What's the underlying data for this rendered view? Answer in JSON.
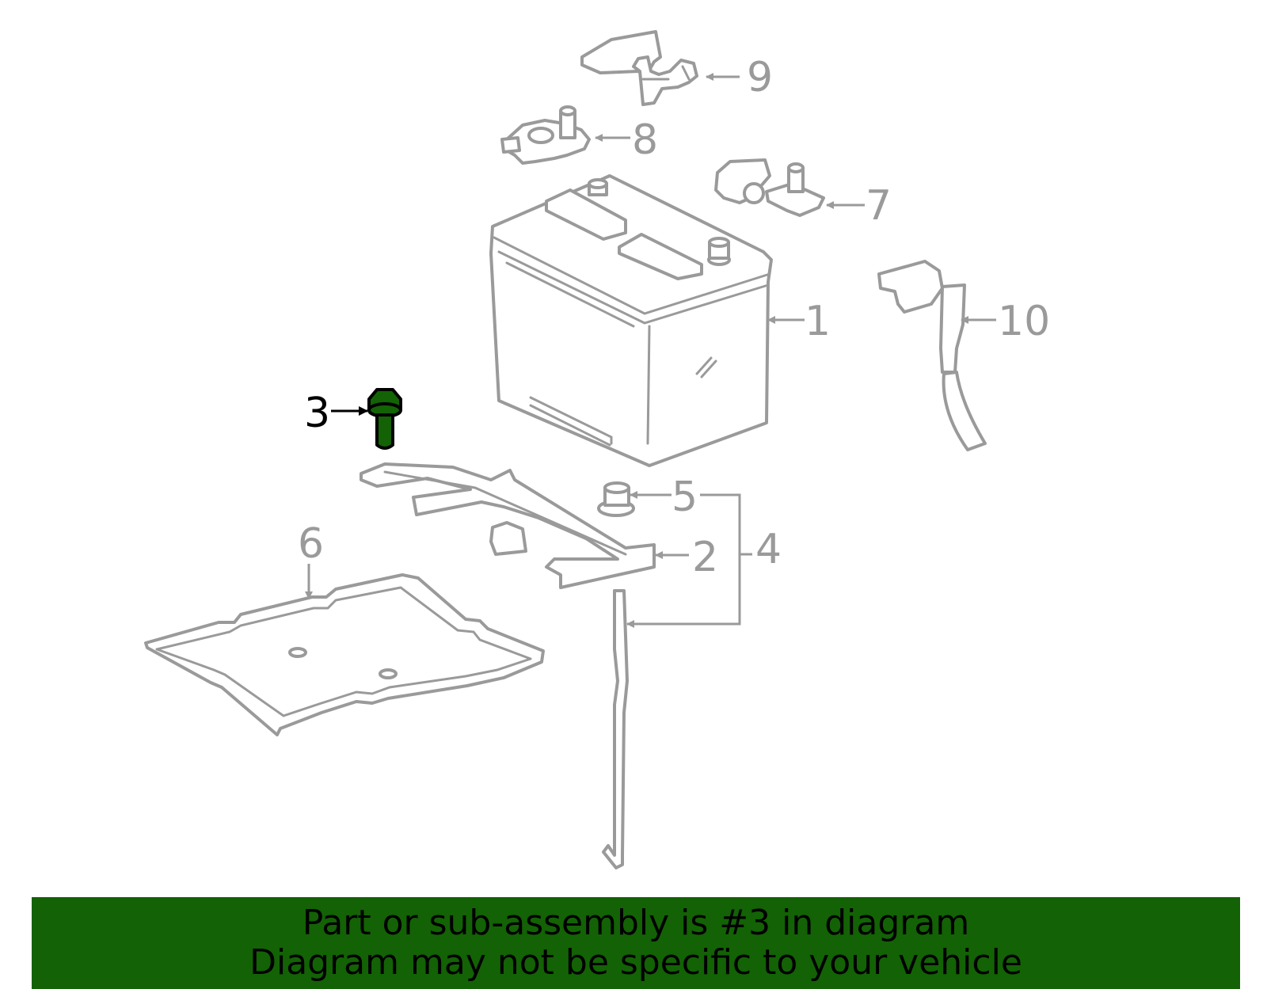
{
  "diagram": {
    "highlight_color": "#136205",
    "part_color": "#9a9a9a",
    "callouts": [
      {
        "id": "1",
        "label": "1",
        "highlighted": false
      },
      {
        "id": "2",
        "label": "2",
        "highlighted": false
      },
      {
        "id": "3",
        "label": "3",
        "highlighted": true
      },
      {
        "id": "4",
        "label": "4",
        "highlighted": false
      },
      {
        "id": "5",
        "label": "5",
        "highlighted": false
      },
      {
        "id": "6",
        "label": "6",
        "highlighted": false
      },
      {
        "id": "7",
        "label": "7",
        "highlighted": false
      },
      {
        "id": "8",
        "label": "8",
        "highlighted": false
      },
      {
        "id": "9",
        "label": "9",
        "highlighted": false
      },
      {
        "id": "10",
        "label": "10",
        "highlighted": false
      }
    ]
  },
  "banner": {
    "line1": "Part or sub-assembly is #3 in diagram",
    "line2": "Diagram may not be specific to your vehicle",
    "background": "#136205"
  }
}
